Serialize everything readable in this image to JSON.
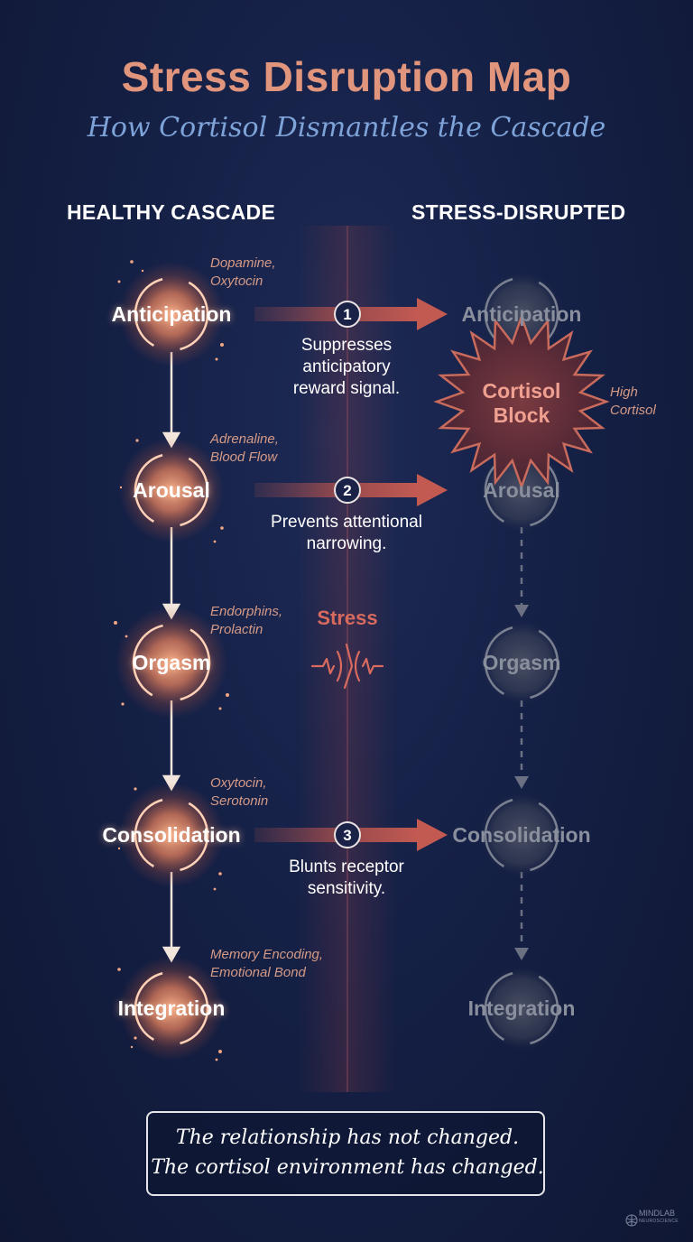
{
  "header": {
    "title": "Stress Disruption Map",
    "subtitle": "How Cortisol Dismantles the Cascade"
  },
  "columns": {
    "healthy_title": "HEALTHY CASCADE",
    "disrupted_title": "STRESS-DISRUPTED"
  },
  "stages": [
    {
      "label": "Anticipation",
      "chemicals": [
        "Dopamine,",
        "Oxytocin"
      ]
    },
    {
      "label": "Arousal",
      "chemicals": [
        "Adrenaline,",
        "Blood Flow"
      ]
    },
    {
      "label": "Orgasm",
      "chemicals": [
        "Endorphins,",
        "Prolactin"
      ]
    },
    {
      "label": "Consolidation",
      "chemicals": [
        "Oxytocin,",
        "Serotonin"
      ]
    },
    {
      "label": "Integration",
      "chemicals": [
        "Memory Encoding,",
        "Emotional Bond"
      ]
    }
  ],
  "disruptions": [
    {
      "number": "1",
      "lines": [
        "Suppresses",
        "anticipatory",
        "reward signal."
      ]
    },
    {
      "number": "2",
      "lines": [
        "Prevents attentional",
        "narrowing."
      ]
    },
    {
      "number": "3",
      "lines": [
        "Blunts receptor",
        "sensitivity."
      ]
    }
  ],
  "stress_label": "Stress",
  "cortisol_block": {
    "line1": "Cortisol",
    "line2": "Block",
    "side_note": [
      "High",
      "Cortisol"
    ]
  },
  "footer_quote": {
    "line1": "The relationship has not changed.",
    "line2": "The cortisol environment has changed."
  },
  "logo": {
    "name": "MINDLAB",
    "tagline": "NEUROSCIENCE"
  },
  "colors": {
    "background": "#152046",
    "title": "#e0957c",
    "subtitle": "#7ea3d8",
    "healthy_node": "#e8916c",
    "disrupted_node": "#5b6275",
    "arrow_red": "#b0524e",
    "stress_red": "#d86a5e"
  }
}
